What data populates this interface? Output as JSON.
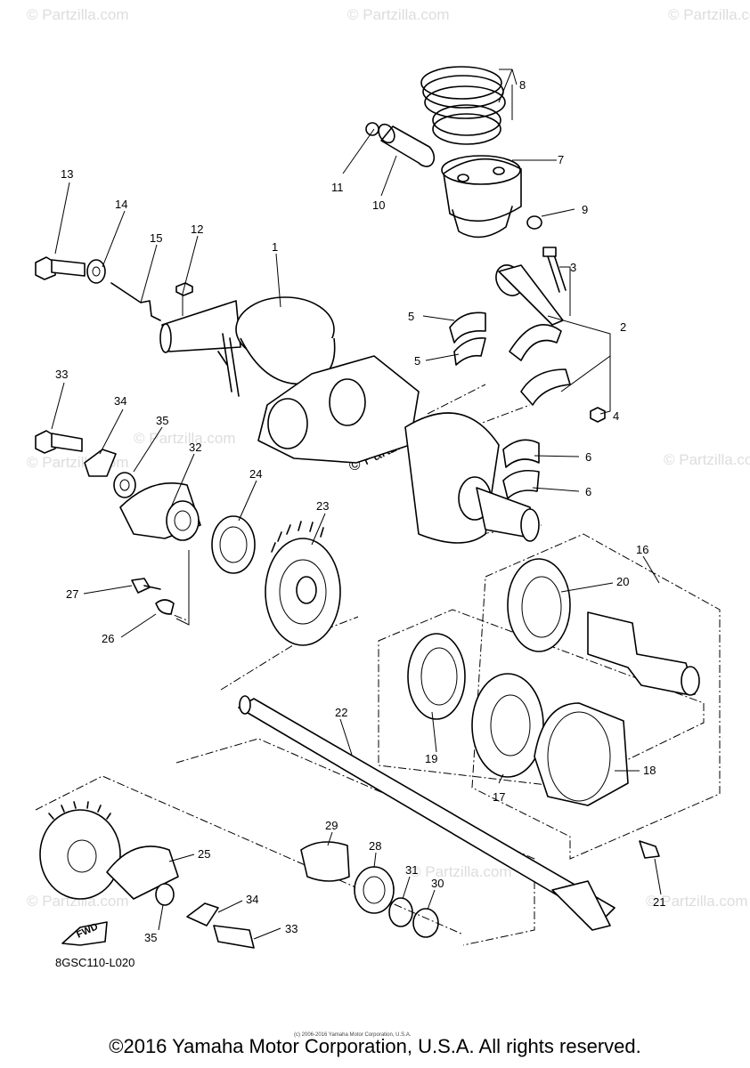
{
  "watermark": "© Partzilla.com",
  "center_watermark": "© Partzilla.com",
  "diagram_code": "8GSC110-L020",
  "fwd_label": "FWD",
  "copyright_small": "(c) 2006-2016 Yamaha Motor Corporation, U.S.A.",
  "copyright": "©2016 Yamaha Motor Corporation, U.S.A. All rights reserved.",
  "callouts": [
    "1",
    "2",
    "3",
    "4",
    "5",
    "5",
    "6",
    "6",
    "7",
    "8",
    "9",
    "10",
    "11",
    "12",
    "13",
    "14",
    "15",
    "16",
    "17",
    "18",
    "19",
    "20",
    "21",
    "22",
    "23",
    "24",
    "25",
    "26",
    "27",
    "28",
    "29",
    "30",
    "31",
    "32",
    "33",
    "33",
    "34",
    "34",
    "35",
    "35"
  ]
}
